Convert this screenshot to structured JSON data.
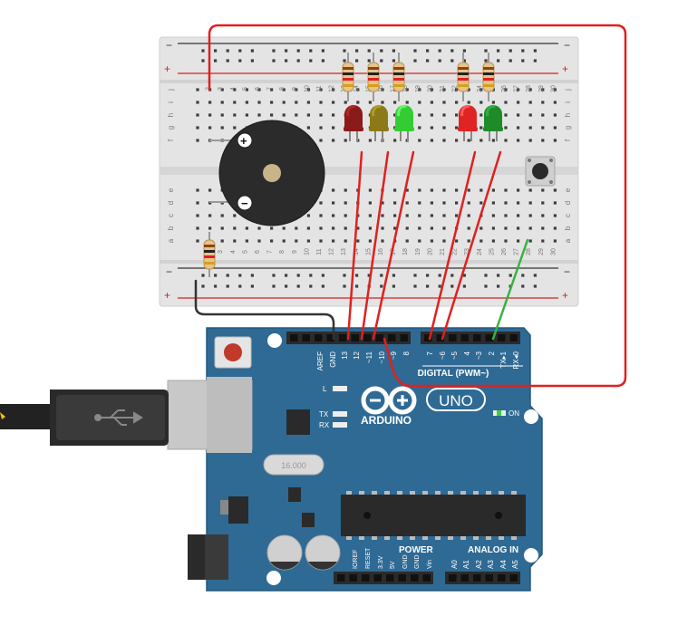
{
  "breadboard": {
    "rail_plus": "+",
    "rail_minus": "−",
    "row_letters_top": [
      "j",
      "i",
      "h",
      "g",
      "f"
    ],
    "row_letters_bottom": [
      "e",
      "d",
      "c",
      "b",
      "a"
    ],
    "column_count": 30
  },
  "buzzer": {
    "plus_label": "+",
    "minus_label": "−"
  },
  "leds": [
    {
      "color": "#8b1a1a",
      "highlight": "#b32525"
    },
    {
      "color": "#8c7a1a",
      "highlight": "#b19c26"
    },
    {
      "color": "#33cc33",
      "highlight": "#6cf06c"
    },
    {
      "color": "#e02424",
      "highlight": "#ff5a5a"
    },
    {
      "color": "#1f8a2a",
      "highlight": "#2fb03d"
    }
  ],
  "wire_colors": {
    "red": "#e02020",
    "black": "#333333",
    "green": "#3cb043"
  },
  "arduino": {
    "brand": "ARDUINO",
    "model": "UNO",
    "on_label": "ON",
    "l_label": "L",
    "tx_label": "TX",
    "rx_label": "RX",
    "crystal_label": "16.000",
    "digital_label": "DIGITAL (PWM~)",
    "power_label": "POWER",
    "analog_label": "ANALOG IN",
    "digital_pins": [
      "AREF",
      "GND",
      "13",
      "12",
      "~11",
      "~10",
      "~9",
      "8",
      "7",
      "~6",
      "~5",
      "4",
      "~3",
      "2",
      "TX▸1",
      "RX◂0"
    ],
    "power_pins": [
      "IOREF",
      "RESET",
      "3.3V",
      "5V",
      "GND",
      "GND",
      "Vin"
    ],
    "analog_pins": [
      "A0",
      "A1",
      "A2",
      "A3",
      "A4",
      "A5"
    ]
  }
}
